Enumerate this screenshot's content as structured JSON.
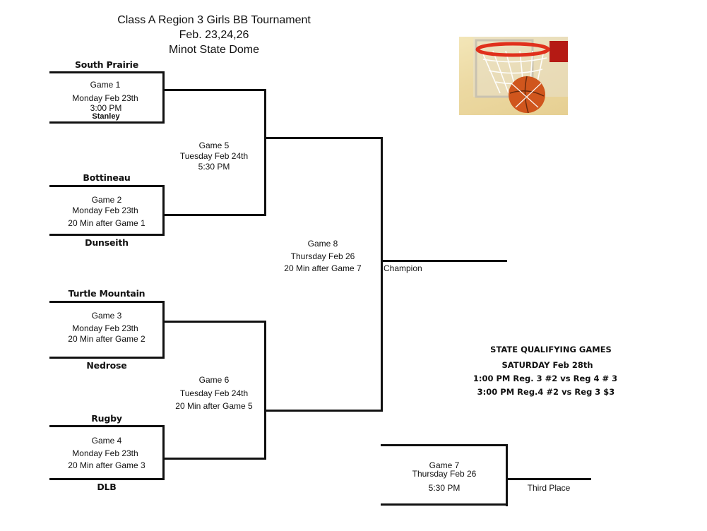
{
  "header": {
    "title": "Class A Region 3 Girls BB Tournament",
    "dates": "Feb. 23,24,26",
    "venue": "Minot State Dome"
  },
  "games": {
    "g1": {
      "name": "Game 1",
      "day": "Monday Feb 23th",
      "time": "3:00 PM",
      "extra": "Stanley"
    },
    "g2": {
      "name": "Game 2",
      "day": "Monday Feb 23th",
      "time": "20 Min after Game 1"
    },
    "g3": {
      "name": "Game 3",
      "day": "Monday Feb 23th",
      "time": "20 Min after Game 2"
    },
    "g4": {
      "name": "Game 4",
      "day": "Monday Feb 23th",
      "time": "20 Min after Game 3"
    },
    "g5": {
      "name": "Game 5",
      "day": "Tuesday Feb 24th",
      "time": "5:30 PM"
    },
    "g6": {
      "name": "Game 6",
      "day": "Tuesday Feb 24th",
      "time": "20 Min after Game 5"
    },
    "g7": {
      "name": "Game 7",
      "day": "Thursday Feb 26",
      "time": "5:30 PM"
    },
    "g8": {
      "name": "Game 8",
      "day": "Thursday Feb 26",
      "time": "20 Min after Game 7"
    }
  },
  "teams": {
    "south_prairie": "South Prairie",
    "bottineau": "Bottineau",
    "dunseith": "Dunseith",
    "turtle_mountain": "Turtle Mountain",
    "nedrose": "Nedrose",
    "rugby": "Rugby",
    "dlb": "DLB"
  },
  "results": {
    "champion": "Champion",
    "third_place": "Third Place"
  },
  "state_qualifying": {
    "title": "STATE QUALIFYING GAMES",
    "date": "SATURDAY Feb 28th",
    "game1": "1:00 PM Reg. 3 #2 vs Reg 4 # 3",
    "game2": "3:00 PM Reg.4 #2 vs Reg 3 $3"
  },
  "image": {
    "icon": "basketball-hoop-photo",
    "colors": {
      "rim": "#e0301c",
      "ball": "#d4581e",
      "background": "#efdfa8"
    }
  }
}
